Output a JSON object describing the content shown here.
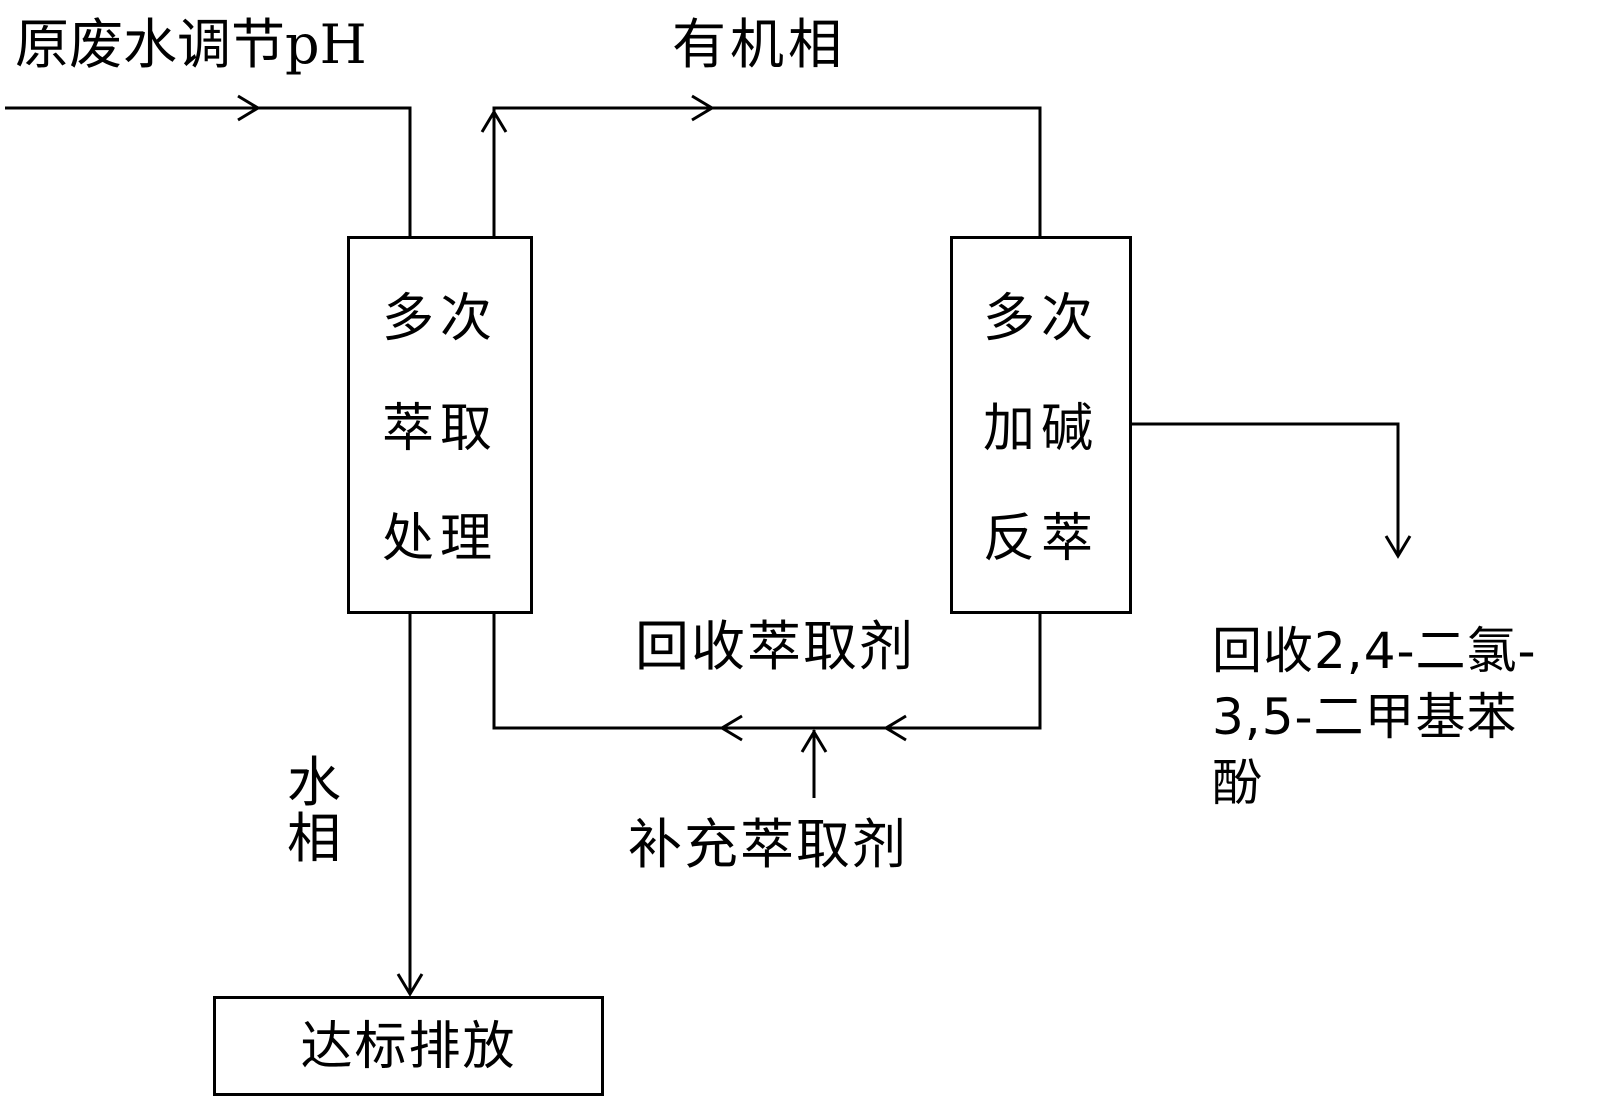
{
  "labels": {
    "input": "原废水调节pH",
    "organic_phase": "有机相",
    "aqueous_phase_line1": "水",
    "aqueous_phase_line2": "相",
    "recover_extractant": "回收萃取剂",
    "supplement_extractant": "补充萃取剂",
    "product_line1": "回收2,4-二氯-",
    "product_line2": "3,5-二甲基苯",
    "product_line3": "酚"
  },
  "boxes": {
    "extraction": {
      "line1": "多次",
      "line2": "萃取",
      "line3": "处理"
    },
    "back_extraction": {
      "line1": "多次",
      "line2": "加碱",
      "line3": "反萃"
    },
    "discharge": {
      "label": "达标排放"
    }
  }
}
